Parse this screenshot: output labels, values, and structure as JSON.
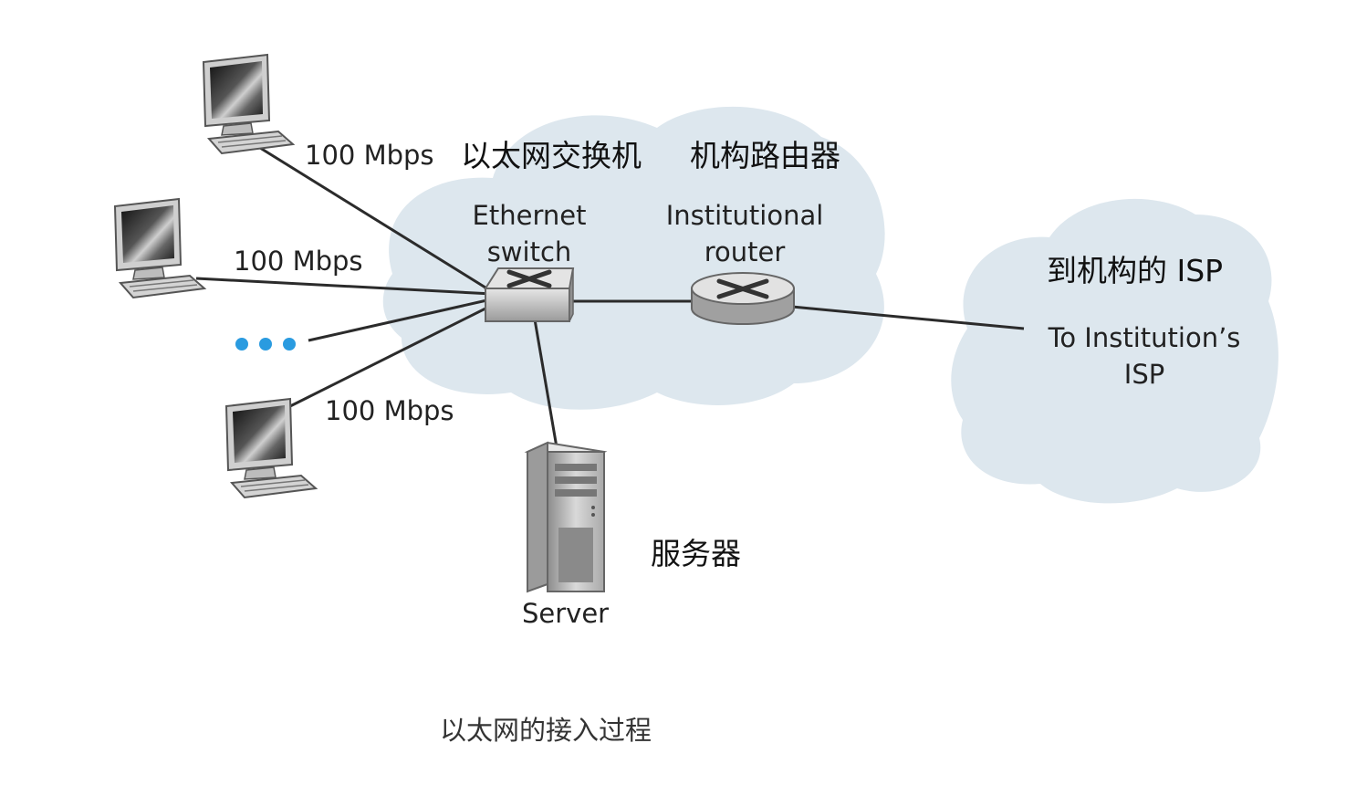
{
  "labels": {
    "link_speed_1": "100 Mbps",
    "link_speed_2": "100 Mbps",
    "link_speed_3": "100 Mbps",
    "switch_zh": "以太网交换机",
    "router_zh": "机构路由器",
    "switch_en_line1": "Ethernet",
    "switch_en_line2": "switch",
    "router_en_line1": "Institutional",
    "router_en_line2": "router",
    "isp_zh": "到机构的 ISP",
    "isp_en_line1": "To Institution’s",
    "isp_en_line2": "ISP",
    "server_zh": "服务器",
    "server_en": "Server"
  },
  "caption": "以太网的接入过程",
  "icons": {
    "host": "desktop-computer-icon",
    "switch": "ethernet-switch-icon",
    "router": "router-icon",
    "server": "server-tower-icon",
    "ellipsis": "ellipsis-dots-icon"
  },
  "colors": {
    "cloud": "#dde7ee",
    "link": "#2b2b2b",
    "dots": "#2a9be0"
  }
}
